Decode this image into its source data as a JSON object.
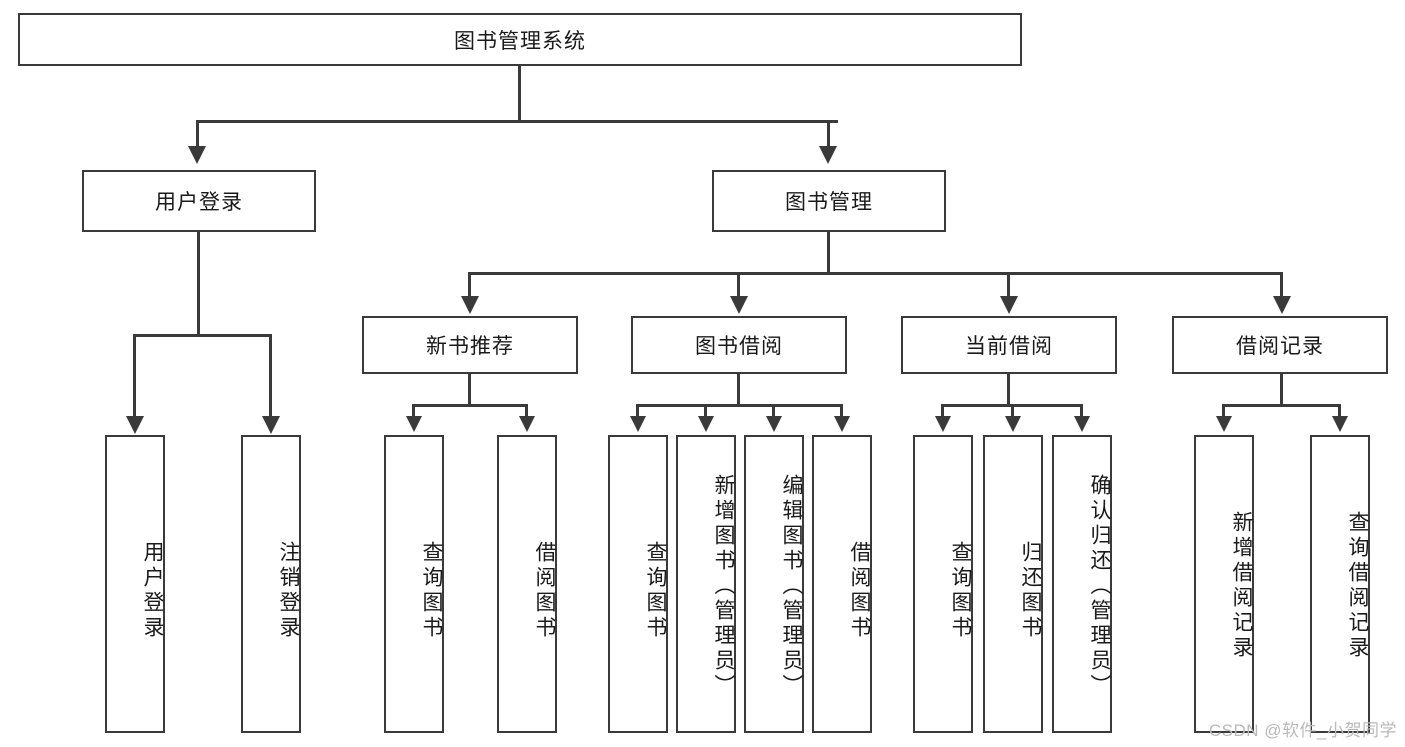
{
  "diagram": {
    "title": "图书管理系统",
    "root": {
      "label": "图书管理系统"
    },
    "level2": [
      {
        "label": "用户登录"
      },
      {
        "label": "图书管理"
      }
    ],
    "level3": [
      {
        "label": "新书推荐"
      },
      {
        "label": "图书借阅"
      },
      {
        "label": "当前借阅"
      },
      {
        "label": "借阅记录"
      }
    ],
    "leaves": {
      "user_login": [
        {
          "label": "用户登录"
        },
        {
          "label": "注销登录"
        }
      ],
      "new_book_recommend": [
        {
          "label": "查询图书"
        },
        {
          "label": "借阅图书"
        }
      ],
      "book_borrow": [
        {
          "label": "查询图书"
        },
        {
          "label": "新增图书（管理员）"
        },
        {
          "label": "编辑图书（管理员）"
        },
        {
          "label": "借阅图书"
        }
      ],
      "current_borrow": [
        {
          "label": "查询图书"
        },
        {
          "label": "归还图书"
        },
        {
          "label": "确认归还（管理员）"
        }
      ],
      "borrow_records": [
        {
          "label": "新增借阅记录"
        },
        {
          "label": "查询借阅记录"
        }
      ]
    }
  },
  "watermark": "CSDN @软件_小贺同学",
  "colors": {
    "stroke": "#3a3a3a",
    "text": "#1a1a1a",
    "background": "#ffffff",
    "watermark": "#b9b9b9"
  }
}
